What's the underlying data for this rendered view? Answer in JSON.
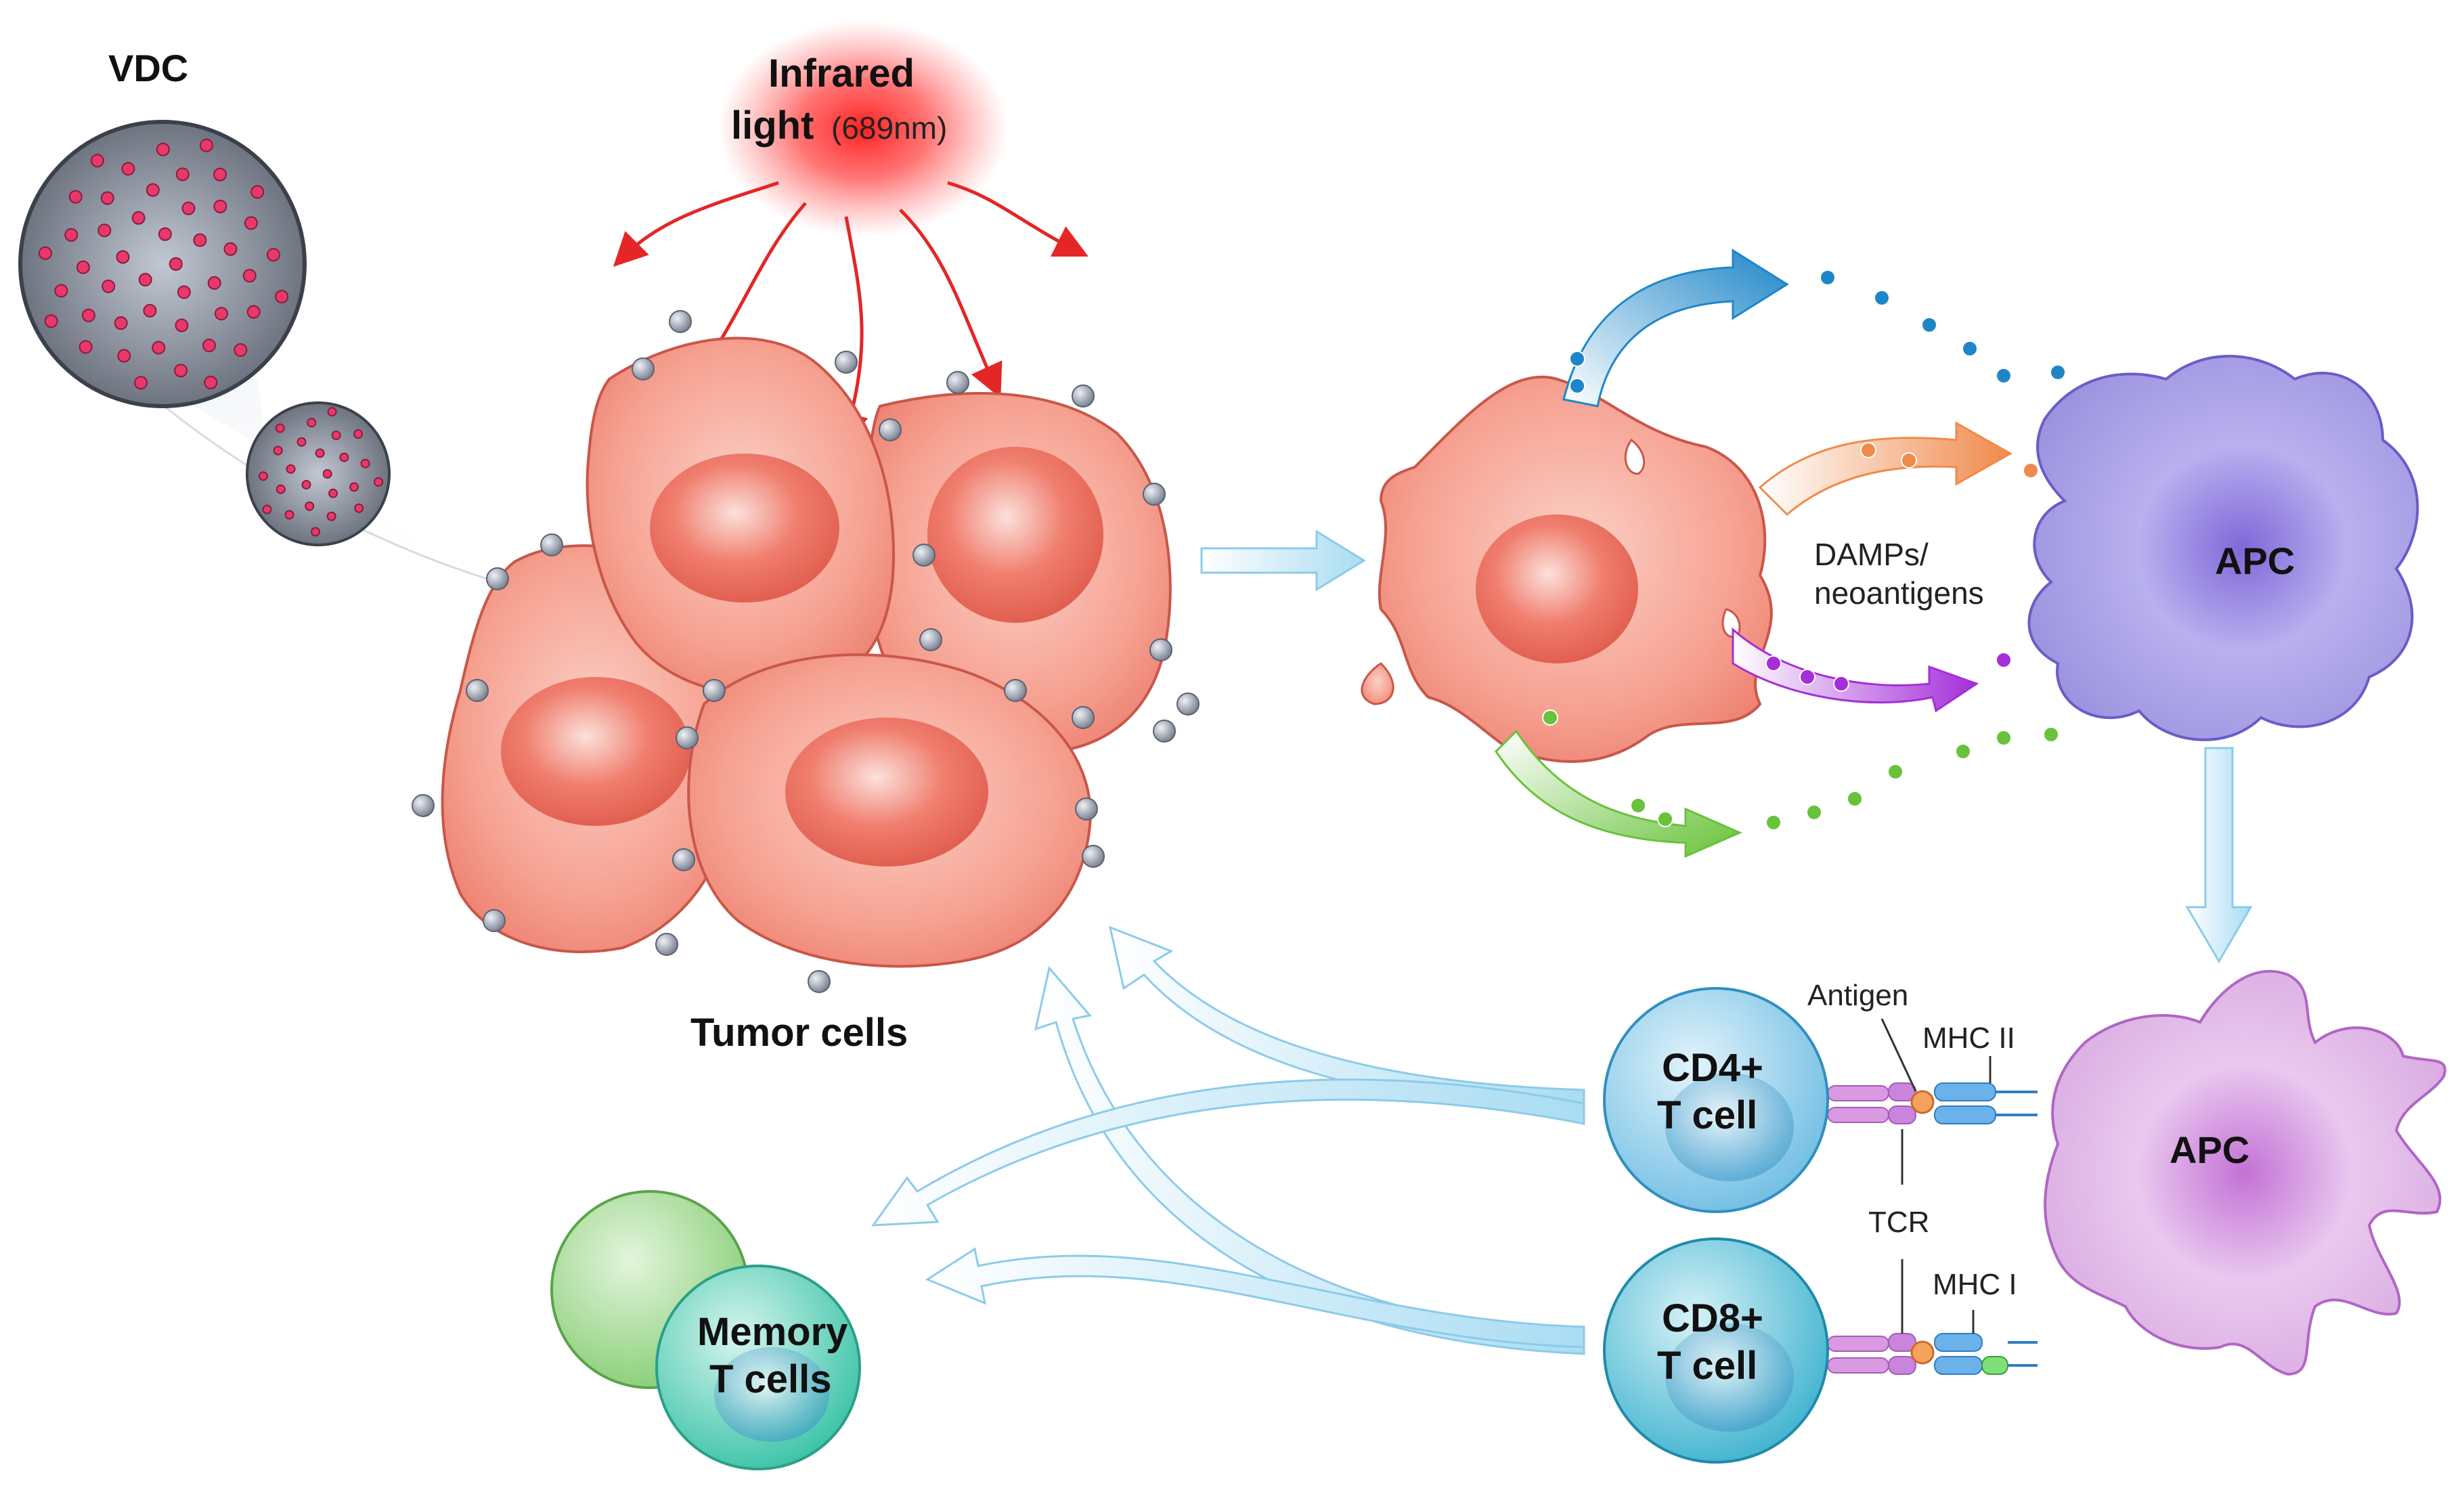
{
  "labels": {
    "vdc": "VDC",
    "infrared_line1": "Infrared",
    "infrared_line2": "light",
    "infrared_wavelength": "(689nm)",
    "tumor_cells": "Tumor cells",
    "damps_line1": "DAMPs/",
    "damps_line2": "neoantigens",
    "apc_top": "APC",
    "apc_bottom": "APC",
    "antigen": "Antigen",
    "mhc2": "MHC II",
    "tcr": "TCR",
    "mhc1": "MHC I",
    "cd4_line1": "CD4+",
    "cd4_line2": "T cell",
    "cd8_line1": "CD8+",
    "cd8_line2": "T cell",
    "memory_line1": "Memory",
    "memory_line2": "T cells"
  },
  "colors": {
    "tumor": "#f59a8c",
    "tumor_nucleus": "#e86a5c",
    "apc_top": "#9f95e0",
    "apc_bottom": "#d9a9e0",
    "cd4": "#8fcde8",
    "cd8": "#5fc0d8",
    "memory_front": "#5ccfb8",
    "memory_back": "#9fd88f",
    "arrow_flow": "#bfe6f7",
    "infrared": "#ff2a2a",
    "damp_blue": "#1e86c8",
    "damp_orange": "#f08a4b",
    "damp_purple": "#a42fd8",
    "damp_green": "#68c23a"
  }
}
